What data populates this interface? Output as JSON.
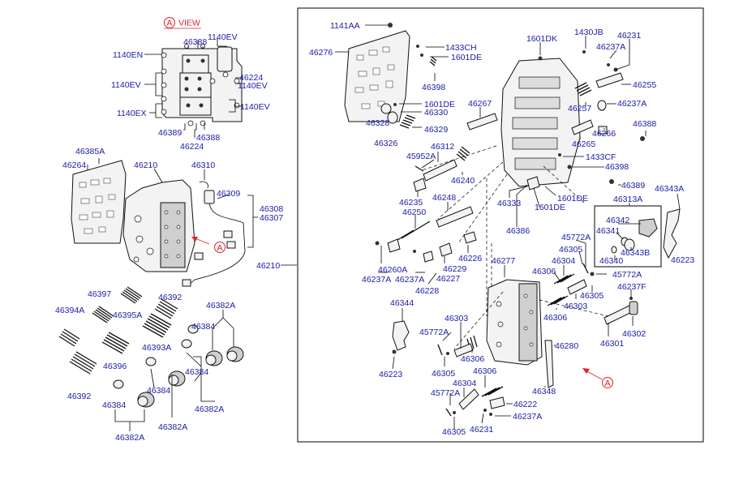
{
  "view_marker": {
    "letter": "A",
    "text": "VIEW"
  },
  "callout_marker": "A",
  "labels": {
    "l1140en": "1140EN",
    "l46388a": "46388",
    "l1140ev_a": "1140EV",
    "l1140ev_b": "1140EV",
    "l46224a": "46224",
    "l1140ev_c": "1140EV",
    "l1140ex": "1140EX",
    "l1140ev_d": "1140EV",
    "l46389a": "46389",
    "l46224b": "46224",
    "l46388b": "46388",
    "l46385a": "46385A",
    "l46264": "46264",
    "l46210a": "46210",
    "l46310": "46310",
    "l46309": "46309",
    "l46308": "46308",
    "l46307": "46307",
    "l46210b": "46210",
    "l46397": "46397",
    "l46392a": "46392",
    "l46382a_a": "46382A",
    "l46394a": "46394A",
    "l46395a": "46395A",
    "l46384a": "46384",
    "l46393a": "46393A",
    "l46396": "46396",
    "l46384b": "46384",
    "l46392b": "46392",
    "l46384c": "46384",
    "l46384d": "46384",
    "l46382a_b": "46382A",
    "l46382a_c": "46382A",
    "l46382a_d": "46382A",
    "l1141aa": "1141AA",
    "l1433ch": "1433CH",
    "l1601de_a": "1601DE",
    "l46276": "46276",
    "l46398a": "46398",
    "l1601dk": "1601DK",
    "l1430jb": "1430JB",
    "l46231a": "46231",
    "l46237a_a": "46237A",
    "l46255": "46255",
    "l1601de_b": "1601DE",
    "l46267": "46267",
    "l46330": "46330",
    "l46328": "46328",
    "l46329": "46329",
    "l46326": "46326",
    "l46257": "46257",
    "l46237a_b": "46237A",
    "l46266": "46266",
    "l46388c": "46388",
    "l46265": "46265",
    "l46312": "46312",
    "l45952a": "45952A",
    "l1433cf": "1433CF",
    "l46398b": "46398",
    "l46240": "46240",
    "l46389b": "46389",
    "l46313a": "46313A",
    "l46343a": "46343A",
    "l46235": "46235",
    "l46248": "46248",
    "l46333": "46333",
    "l1601de_c": "1601DE",
    "l1601de_d": "1601DE",
    "l46250": "46250",
    "l46386": "46386",
    "l46342": "46342",
    "l46341": "46341",
    "l46343b": "46343B",
    "l45772a_a": "45772A",
    "l46305a": "46305",
    "l46340": "46340",
    "l46223a": "46223",
    "l46226": "46226",
    "l46260a": "46260A",
    "l46237a_c": "46237A",
    "l46237a_d": "46237A",
    "l46229": "46229",
    "l46277": "46277",
    "l46304a": "46304",
    "l45772a_b": "45772A",
    "l46227": "46227",
    "l46306a": "46306",
    "l46237f": "46237F",
    "l46228": "46228",
    "l46305b": "46305",
    "l46303a": "46303",
    "l46344": "46344",
    "l46306b": "46306",
    "l46302": "46302",
    "l46303b": "46303",
    "l45772a_c": "45772A",
    "l46301": "46301",
    "l46280": "46280",
    "l46306c": "46306",
    "l46223b": "46223",
    "l46305c": "46305",
    "l46306d": "46306",
    "l46304b": "46304",
    "l46348": "46348",
    "l45772a_d": "45772A",
    "l46222": "46222",
    "l46237a_e": "46237A",
    "l46231b": "46231",
    "l46305d": "46305"
  },
  "colors": {
    "label": "#1a1aa6",
    "marker": "#e0202a",
    "line": "#000000"
  }
}
